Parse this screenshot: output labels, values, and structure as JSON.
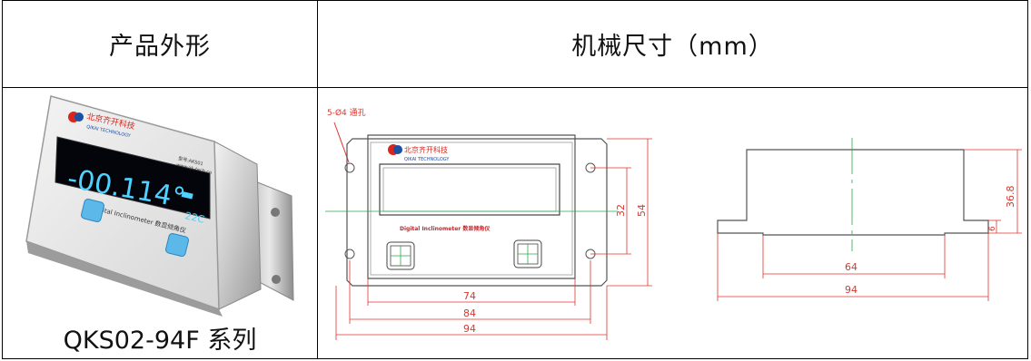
{
  "table": {
    "header_left": "产品外形",
    "header_right": "机械尺寸（mm）"
  },
  "product": {
    "model": "QKS02-94F 系列",
    "logo_cn": "北京齐开科技",
    "logo_en": "QIKAI TECHNOLOGY",
    "display_value": "-00.114°",
    "temperature": "22C",
    "device_label": "Digital Inclinometer 数显倾角仪",
    "device_info_1": "型号:AKS01",
    "device_info_2": "www.qk-tech.cn"
  },
  "front_view": {
    "hole_note": "5-Ø4 通孔",
    "logo_cn": "北京齐开科技",
    "logo_en": "QIKAI TECHNOLOGY",
    "panel_label": "Digital Inclinometer 数显倾角仪",
    "dim_width_inner": "74",
    "dim_width_mid": "84",
    "dim_width_outer": "94",
    "dim_height_inner": "32",
    "dim_height_outer": "54"
  },
  "side_view": {
    "dim_base": "64",
    "dim_total": "94",
    "dim_height": "36.8",
    "dim_flange": "6"
  },
  "colors": {
    "dimension_red": "#e0342c",
    "centerline_green": "#2aa84a",
    "outline_gray": "#555555",
    "display_blue": "#4fd2ff"
  }
}
